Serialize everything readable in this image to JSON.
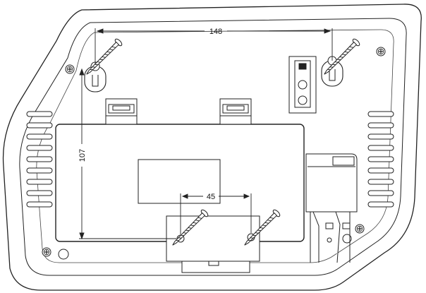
{
  "dimensions": {
    "keyhole_spacing": "148",
    "keyhole_to_bottom_screws": "107",
    "bottom_screw_spacing": "45"
  },
  "icons": {
    "corner_screw": "phillips-screw-head-icon",
    "mounting_screw": "wall-screw-icon"
  },
  "colors": {
    "line": "#222222",
    "fill": "#ffffff"
  }
}
